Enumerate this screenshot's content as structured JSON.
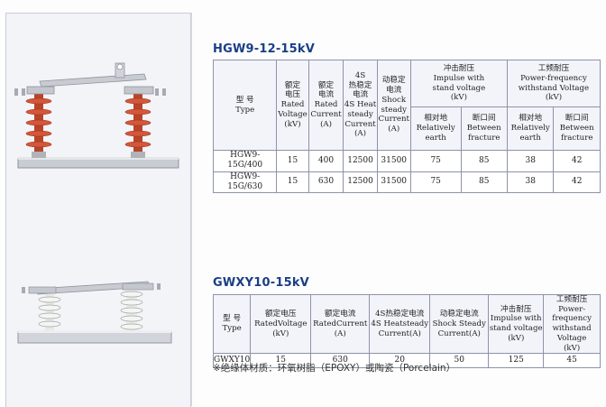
{
  "product1": {
    "model": "HGW9-12-15kV",
    "headers": {
      "type": "型 号\nType",
      "rated_voltage": "额定\n电压\nRated\nVoltage\n(kV)",
      "rated_current": "额定\n电流\nRated\nCurrent\n(A)",
      "heat_current": "4S\n热稳定\n电流\n4S Heat\nsteady\nCurrent\n(A)",
      "shock_current": "动稳定\n电流\nShock\nsteady\nCurrent\n(A)",
      "impulse": "冲击耐压\nImpulse with\nstand voltage\n(kV)",
      "impulse_earth": "相对地\nRelatively\nearth",
      "impulse_fracture": "断口间\nBetween\nfracture",
      "power_freq": "工频耐压\nPower-frequency\nwithstand Voltage\n(kV)",
      "pf_earth": "相对地\nRelatively\nearth",
      "pf_fracture": "断口间\nBetween\nfracture"
    },
    "rows": [
      {
        "type": "HGW9-15G/400",
        "voltage": "15",
        "current": "400",
        "heat": "12500",
        "shock": "31500",
        "imp_earth": "75",
        "imp_fracture": "85",
        "pf_earth": "38",
        "pf_fracture": "42"
      },
      {
        "type": "HGW9-15G/630",
        "voltage": "15",
        "current": "630",
        "heat": "12500",
        "shock": "31500",
        "imp_earth": "75",
        "imp_fracture": "85",
        "pf_earth": "38",
        "pf_fracture": "42"
      }
    ]
  },
  "product2": {
    "model": "GWXY10-15kV",
    "headers": {
      "type": "型 号\nType",
      "rated_voltage": "额定电压\nRatedVoltage\n(kV)",
      "rated_current": "额定电流\nRatedCurrent\n(A)",
      "heat_current": "4S热稳定电流\n4S Heatsteady\nCurrent(A)",
      "shock_current": "动稳定电流\nShock Steady\nCurrent(A)",
      "impulse": "冲击耐压\nImpulse with\nstand voltage\n(kV)",
      "power_freq": "工频耐压\nPower-frequency\nwithstand Voltage\n(kV)"
    },
    "rows": [
      {
        "type": "GWXY10",
        "voltage": "15",
        "current": "630",
        "heat": "20",
        "shock": "50",
        "impulse": "125",
        "power_freq": "45"
      }
    ]
  },
  "note": "※绝缘体材质：环氧树脂（EPOXY）或陶瓷（Porcelain）",
  "colors": {
    "title_blue": "#1a3f86",
    "epoxy_insulator": "#c84a2a",
    "porcelain_insulator": "#eef0ee",
    "metal": "#b8bcc4"
  }
}
